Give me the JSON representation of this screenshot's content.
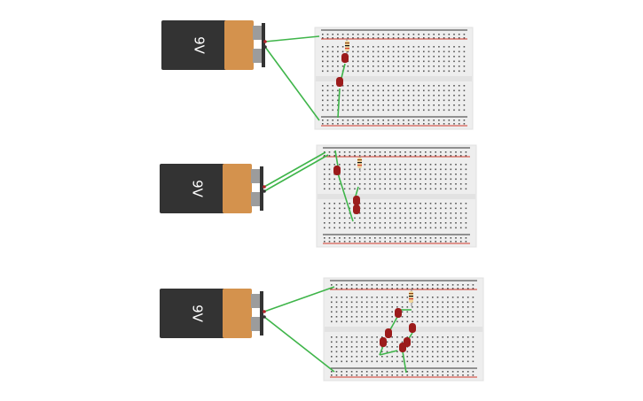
{
  "circuits": [
    {
      "battery": {
        "label": "9V"
      },
      "leds": [
        {
          "board_col": 14,
          "board_row": 6
        },
        {
          "board_col": 13,
          "board_row": 12
        }
      ],
      "resistor": {
        "board_col": 15,
        "board_row": 3
      }
    },
    {
      "battery": {
        "label": "9V"
      },
      "leds": [
        {
          "board_col": 9,
          "board_row": 5
        },
        {
          "board_col": 21,
          "board_row": 12
        },
        {
          "board_col": 21,
          "board_row": 14
        }
      ],
      "resistor": {
        "board_col": 22,
        "board_row": 3
      }
    },
    {
      "battery": {
        "label": "9V"
      },
      "leds": [
        {
          "board_col": 39,
          "board_row": 6
        },
        {
          "board_col": 47,
          "board_row": 9
        },
        {
          "board_col": 33,
          "board_row": 11
        },
        {
          "board_col": 30,
          "board_row": 13
        },
        {
          "board_col": 44,
          "board_row": 13
        },
        {
          "board_col": 41,
          "board_row": 14
        }
      ],
      "resistor": {
        "board_col": 48,
        "board_row": 3
      }
    }
  ],
  "colors": {
    "battery_body": "#333333",
    "battery_cap": "#d4924d",
    "wire": "#3fb54a",
    "board": "#eeeeee",
    "rail_red": "#d33a2c",
    "rail_dark": "#333333",
    "led": "#9b1b1b",
    "resistor": "#f0d69c"
  }
}
